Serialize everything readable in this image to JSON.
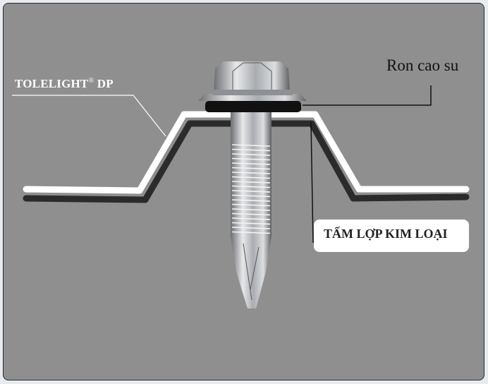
{
  "labels": {
    "panel_material": "TOLELIGHT",
    "panel_mark": "®",
    "panel_suffix": "DP",
    "washer": "Ron cao su",
    "roof_sheet": "TẤM LỢP KIM LOẠI"
  },
  "colors": {
    "background": "#8f8f8f",
    "top_sheet": "#ffffff",
    "metal_sheet": "#2b2b2b",
    "washer": "#111111"
  }
}
